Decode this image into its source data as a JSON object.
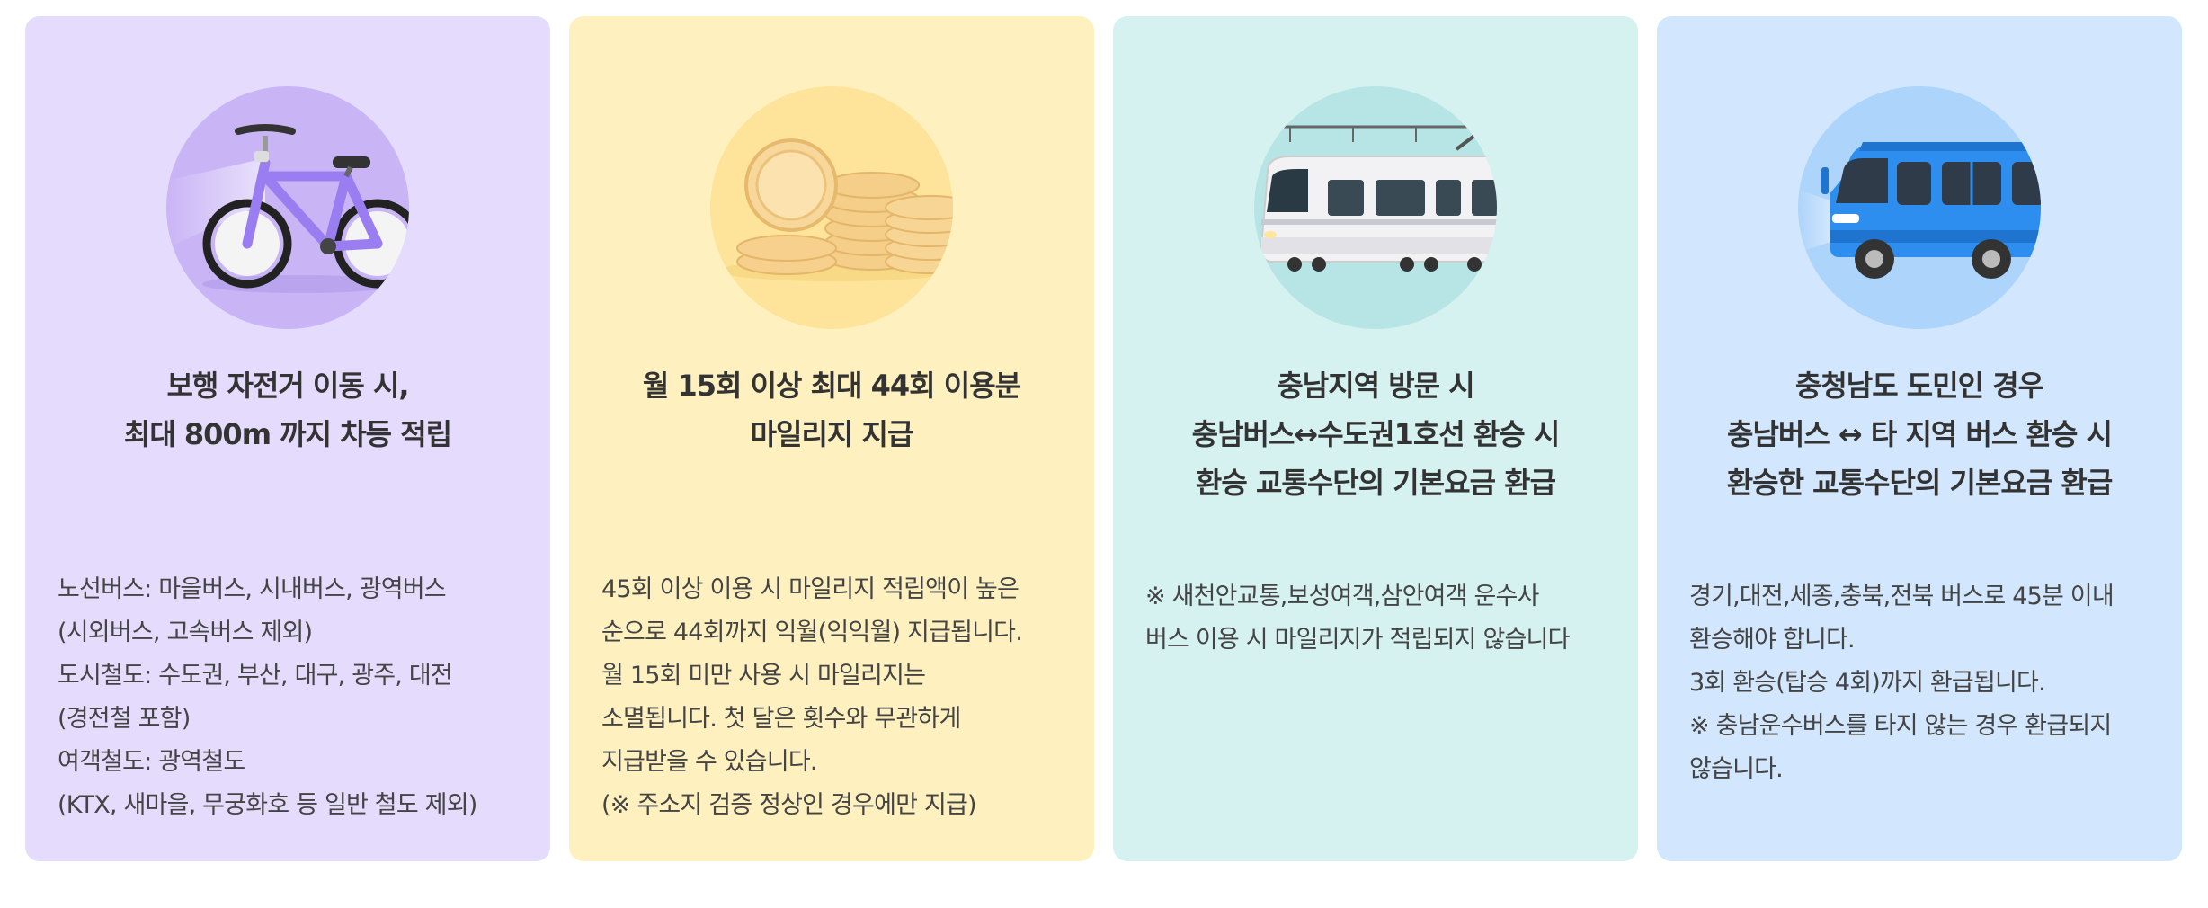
{
  "cards": [
    {
      "icon": "bicycle-icon",
      "bg_color": "#e5dcfd",
      "title_lines": [
        "보행 자전거 이동 시,",
        "최대 800m 까지 차등 적립"
      ],
      "desc_lines": [
        "노선버스: 마을버스, 시내버스, 광역버스",
        "(시외버스, 고속버스 제외)",
        "도시철도: 수도권, 부산, 대구, 광주, 대전",
        "(경전철 포함)",
        "여객철도: 광역철도",
        "(KTX, 새마을, 무궁화호 등 일반 철도 제외)"
      ]
    },
    {
      "icon": "coins-icon",
      "bg_color": "#fef0bf",
      "title_lines": [
        "월 15회 이상 최대 44회 이용분",
        "마일리지 지급"
      ],
      "desc_lines": [
        "45회 이상 이용 시 마일리지 적립액이 높은",
        "순으로 44회까지 익월(익익월) 지급됩니다.",
        "월 15회 미만 사용 시 마일리지는",
        "소멸됩니다. 첫 달은 횟수와 무관하게",
        "지급받을 수 있습니다.",
        "(※ 주소지 검증 정상인 경우에만 지급)"
      ]
    },
    {
      "icon": "train-icon",
      "bg_color": "#d5f2f1",
      "title_lines": [
        "충남지역 방문 시",
        "충남버스↔수도권1호선 환승 시",
        "환승 교통수단의 기본요금 환급"
      ],
      "desc_lines": [
        "※ 새천안교통,보성여객,삼안여객 운수사",
        "버스 이용 시 마일리지가 적립되지 않습니다"
      ]
    },
    {
      "icon": "bus-icon",
      "bg_color": "#d2e7fd",
      "title_lines": [
        "충청남도 도민인 경우",
        "충남버스 ↔ 타 지역 버스 환승 시",
        "환승한 교통수단의 기본요금 환급"
      ],
      "desc_lines": [
        "경기,대전,세종,충북,전북 버스로 45분 이내",
        "환승해야 합니다.",
        "3회 환승(탑승 4회)까지 환급됩니다.",
        "※ 충남운수버스를 타지 않는 경우 환급되지",
        "않습니다."
      ]
    }
  ]
}
